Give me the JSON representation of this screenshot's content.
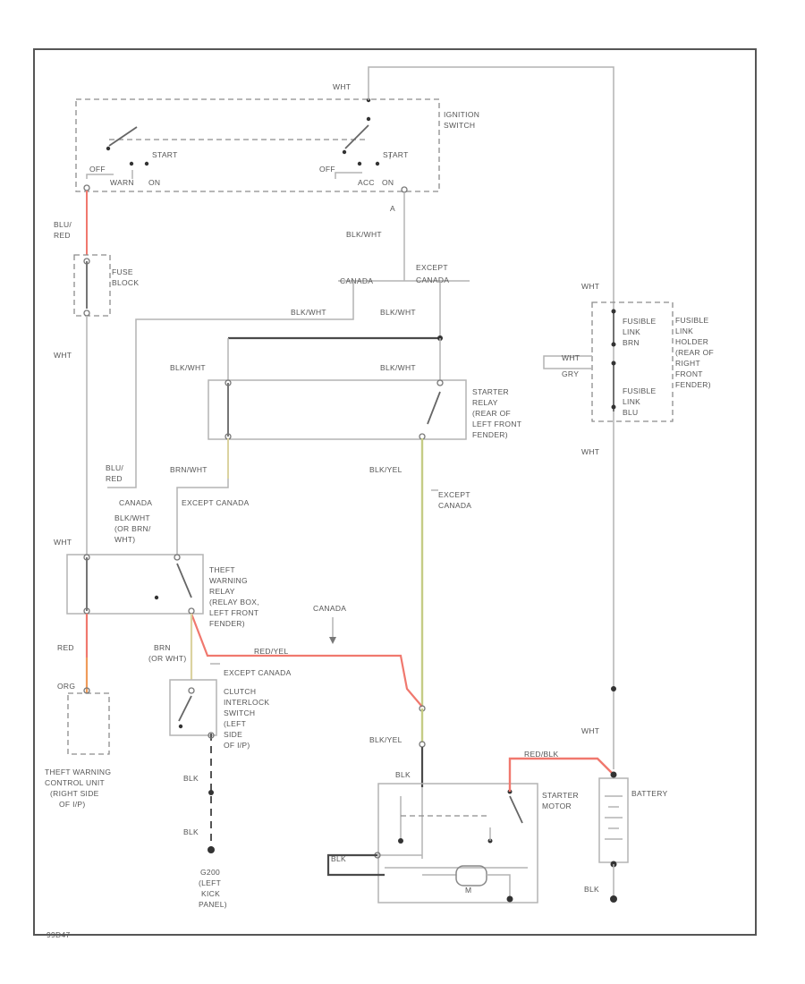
{
  "labels": {
    "wht_top": "WHT",
    "ignition_switch": [
      "IGNITION",
      "SWITCH"
    ],
    "off_left": "OFF",
    "start_left": "START",
    "warn_on": "WARN",
    "on_left": "ON",
    "off_right": "OFF",
    "start_right": "START",
    "acc": "ACC",
    "on_right": "ON",
    "blk_wht_1": "BLK/WHT",
    "blu_red": [
      "BLU/",
      "RED"
    ],
    "fuse_block": [
      "FUSE",
      "BLOCK"
    ],
    "canada_top": "CANADA",
    "except_canada_top": [
      "EXCEPT",
      "CANADA"
    ],
    "blk_wht_2": "BLK/WHT",
    "blk_wht_3": "BLK/WHT",
    "wht_left": "WHT",
    "blk_wht_4": "BLK/WHT",
    "blk_wht_5": "BLK/WHT",
    "starter_relay": [
      "STARTER",
      "RELAY",
      "(REAR OF",
      "LEFT FRONT",
      "FENDER)"
    ],
    "wht_fusible": "WHT",
    "fusible_holder": [
      "FUSIBLE",
      "LINK",
      "HOLDER",
      "(REAR OF",
      "RIGHT",
      "FRONT",
      "FENDER)"
    ],
    "fusible_link_1": [
      "FUSIBLE",
      "LINK",
      "BRN"
    ],
    "fusible_link_2": [
      "FUSIBLE",
      "LINK",
      "BLU"
    ],
    "wht_f1": "WHT",
    "gry_f2": "GRY",
    "wht_right": "WHT",
    "blu_red_2": [
      "BLU/",
      "RED"
    ],
    "brn_wht": "BRN/WHT",
    "blk_yel_1": "BLK/YEL",
    "except_canada_mid": [
      "EXCEPT",
      "CANADA"
    ],
    "canada_left": "CANADA",
    "except_canada_left": "EXCEPT CANADA",
    "blk_wht_brn": [
      "BLK/WHT",
      "(OR BRN/",
      "WHT)"
    ],
    "wht_relay": "WHT",
    "theft_relay": [
      "THEFT",
      "WARNING",
      "RELAY",
      "(RELAY BOX,",
      "LEFT FRONT",
      "FENDER)"
    ],
    "canada_mid": "CANADA",
    "red_left": "RED",
    "brn_or_wht": [
      "BRN",
      "(OR WHT)"
    ],
    "red_yel": "RED/YEL",
    "except_canada_clutch": "EXCEPT CANADA",
    "clutch_switch": [
      "CLUTCH",
      "INTERLOCK",
      "SWITCH",
      "(LEFT",
      "SIDE",
      "OF I/P)"
    ],
    "org": "ORG",
    "theft_unit": [
      "THEFT WARNING",
      "CONTROL UNIT",
      "(RIGHT SIDE",
      "OF I/P)"
    ],
    "blk_yel_2": "BLK/YEL",
    "wht_batt": "WHT",
    "blk_1": "BLK",
    "blk_2": "BLK",
    "g200": [
      "G200",
      "(LEFT",
      "KICK",
      "PANEL)"
    ],
    "red_blk": "RED/BLK",
    "blk_starter": "BLK",
    "starter_motor": [
      "STARTER",
      "MOTOR"
    ],
    "battery": "BATTERY",
    "blk_battery": "BLK",
    "blk_motor": "BLK",
    "motor_m": "M",
    "figure_id": "99D47"
  },
  "colors": {
    "frame": "#555555",
    "wire": "#b4b4b4",
    "wire_dark": "#4a4a4a",
    "wire_red": "#f0786e",
    "wire_orange": "#ef9b5a",
    "wire_yellow": "#c5cc85",
    "wire_tan": "#dbd3a0"
  }
}
